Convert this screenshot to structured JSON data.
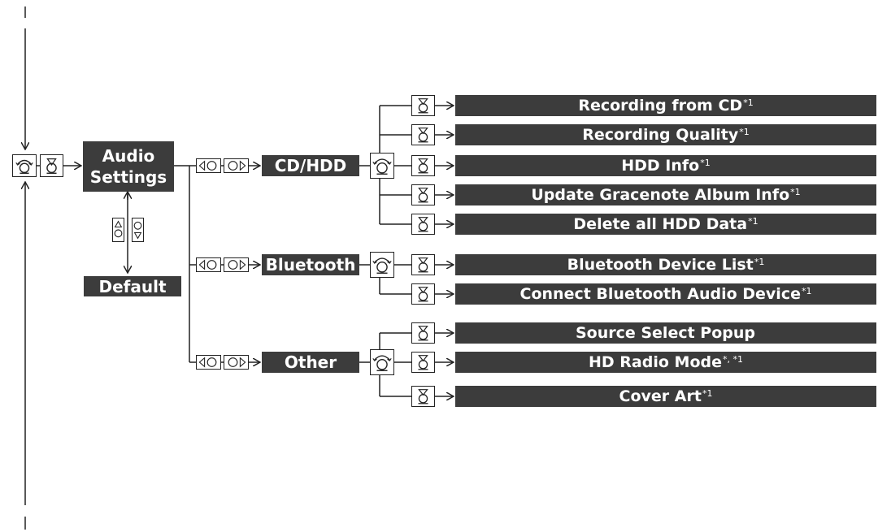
{
  "root": {
    "title_line1": "Audio",
    "title_line2": "Settings",
    "default_label": "Default"
  },
  "categories": {
    "cdhdd": "CD/HDD",
    "bluetooth": "Bluetooth",
    "other": "Other"
  },
  "items": {
    "cdhdd": [
      {
        "label": "Recording from CD",
        "note": "*1"
      },
      {
        "label": "Recording Quality",
        "note": "*1"
      },
      {
        "label": "HDD Info",
        "note": "*1"
      },
      {
        "label": "Update Gracenote Album Info",
        "note": "*1"
      },
      {
        "label": "Delete all HDD Data",
        "note": "*1"
      }
    ],
    "bluetooth": [
      {
        "label": "Bluetooth Device List",
        "note": "*1"
      },
      {
        "label": "Connect Bluetooth Audio Device",
        "note": "*1"
      }
    ],
    "other": [
      {
        "label": "Source Select Popup",
        "note": ""
      },
      {
        "label": "HD Radio Mode",
        "note": "*, *1"
      },
      {
        "label": "Cover Art",
        "note": "*1"
      }
    ]
  },
  "icons": {
    "rotate": "interface-dial-rotate-icon",
    "press": "interface-dial-press-icon",
    "move": "interface-dial-move-left-right-icon",
    "updown": "interface-dial-move-up-down-icon"
  }
}
